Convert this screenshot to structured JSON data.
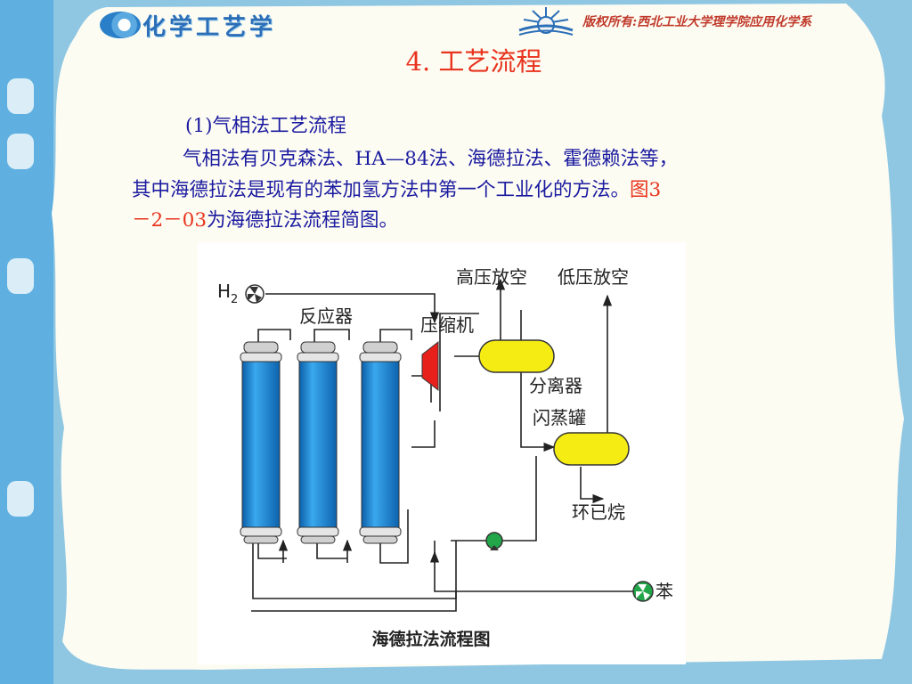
{
  "header": {
    "logo_text": "化学工艺学",
    "copyright": "版权所有:西北工业大学理学院应用化学系"
  },
  "slide": {
    "title": "4. 工艺流程",
    "subheading": "(1)气相法工艺流程",
    "para_line1": "气相法有贝克森法、HA—84法、海德拉法、霍德赖法等，",
    "para_line2_a": "其中海德拉法是现有的苯加氢方法中第一个工业化的方法。",
    "para_line2_b": "图3",
    "para_line3_a": "－2－03",
    "para_line3_b": "为海德拉法流程简图。"
  },
  "diagram": {
    "labels": {
      "h2": "H",
      "h2_sub": "2",
      "reactor": "反应器",
      "compressor": "压缩机",
      "high_vent": "高压放空",
      "low_vent": "低压放空",
      "separator": "分离器",
      "flash_tank": "闪蒸罐",
      "cyclohexane": "环已烷",
      "benzene": "苯"
    },
    "caption": "海德拉法流程图",
    "colors": {
      "reactor": "#1f8fd8",
      "vessel": "#f5ec14",
      "compressor": "#e8201c",
      "pump": "#22a64a"
    }
  },
  "icons": [
    "h2-fan-icon",
    "benzene-fan-icon",
    "pump-icon",
    "compressor-icon"
  ]
}
